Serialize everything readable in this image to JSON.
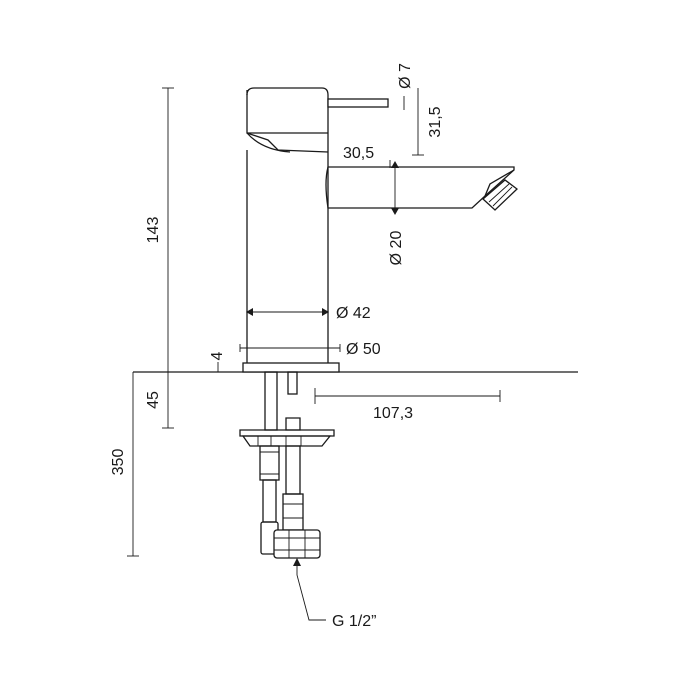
{
  "dimensions": {
    "overall_height": "143",
    "handle_pin_diameter": "Ø 7",
    "handle_pin_height": "31,5",
    "handle_offset": "30,5",
    "spout_diameter": "Ø 20",
    "body_diameter": "Ø 42",
    "base_diameter": "Ø 50",
    "base_height": "4",
    "below_deck_shank": "45",
    "spout_reach": "107,3",
    "hose_length": "350",
    "connection_thread": "G 1/2”"
  },
  "colors": {
    "line": "#1a1a1a",
    "background": "#ffffff"
  }
}
